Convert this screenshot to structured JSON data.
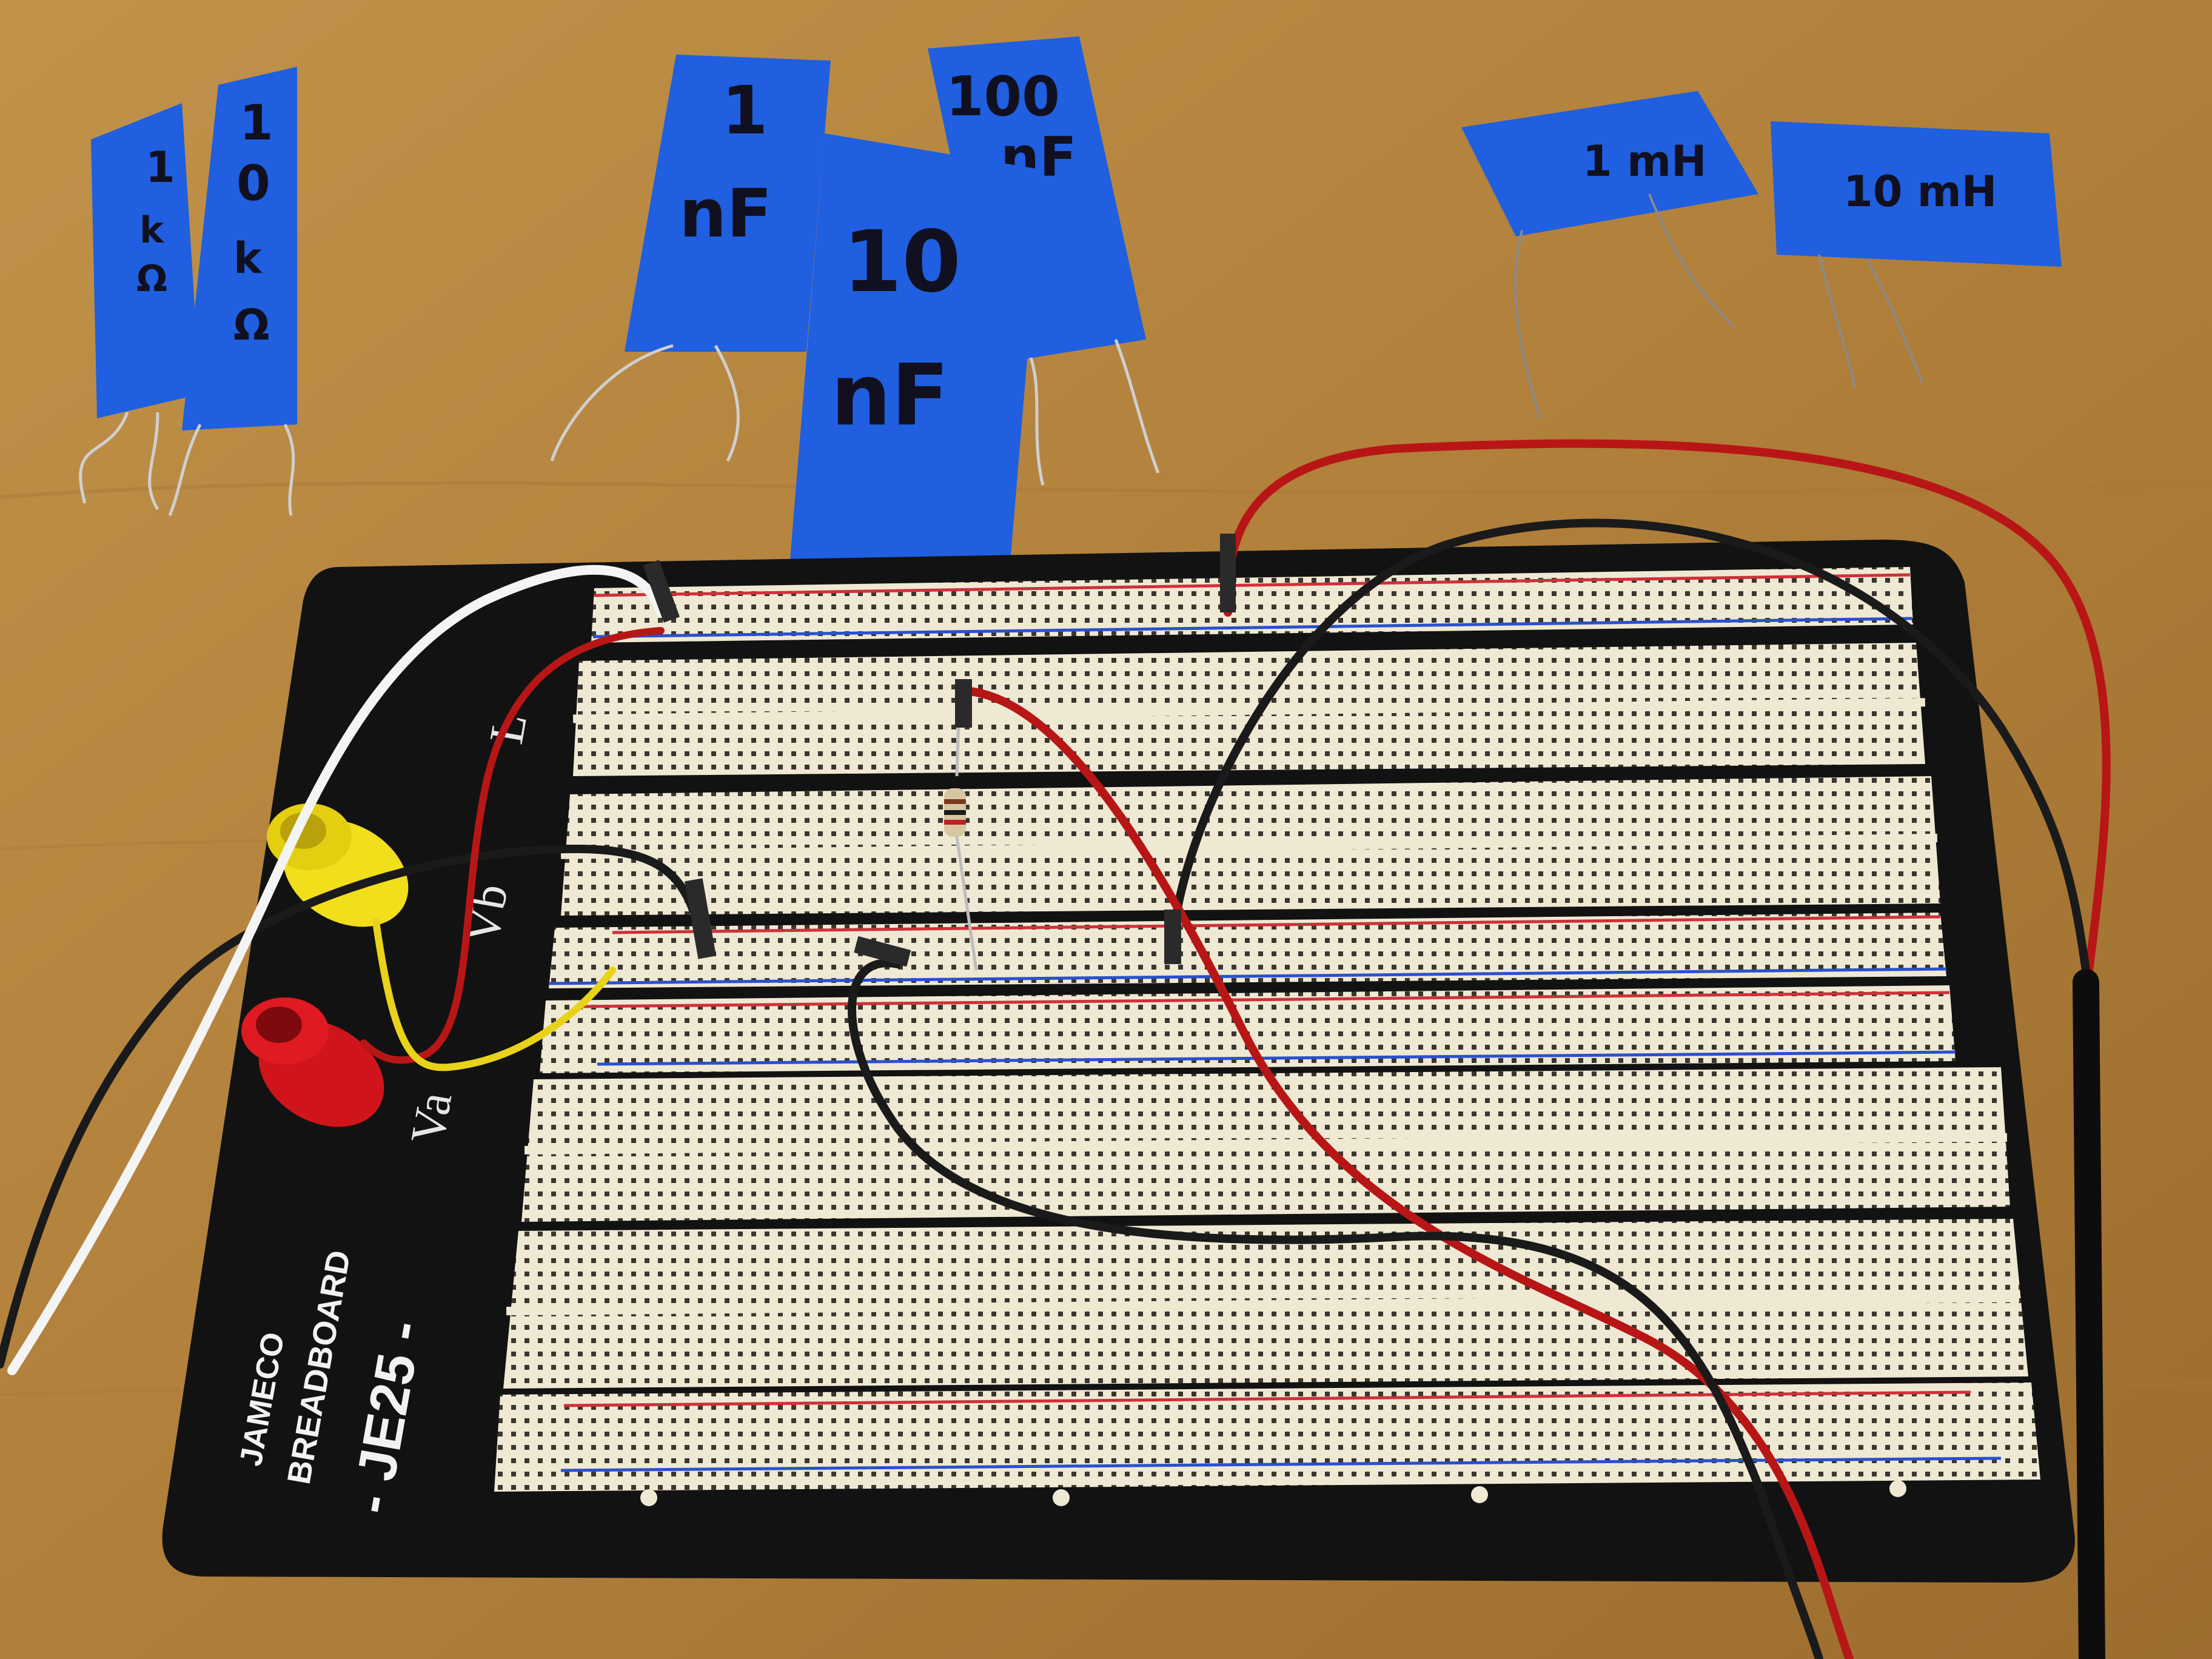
{
  "scene": {
    "description_colors": {
      "table": "#b7893f",
      "tape": "#1f5fe0",
      "board": "#efe9d4",
      "base": "#121212",
      "red_wire": "#c01818",
      "black_wire": "#1a1a1a",
      "white_wire": "#f4f4f4",
      "yellow_wire": "#e8d21a",
      "red_post": "#d0141c",
      "yellow_post": "#f2df1c"
    },
    "tape_labels": [
      {
        "id": "r1",
        "lines": [
          "1",
          "k",
          "Ω"
        ]
      },
      {
        "id": "r2",
        "lines": [
          "1",
          "0",
          "k",
          "Ω"
        ]
      },
      {
        "id": "c1",
        "lines": [
          "1",
          "nF"
        ]
      },
      {
        "id": "c100",
        "lines": [
          "100",
          "nF"
        ]
      },
      {
        "id": "c10",
        "lines": [
          "10",
          "nF"
        ]
      },
      {
        "id": "l1",
        "lines": [
          "1 mH"
        ]
      },
      {
        "id": "l10",
        "lines": [
          "10 mH"
        ]
      }
    ],
    "breadboard": {
      "brand": "JAMECO",
      "subtitle": "BREADBOARD",
      "model": "- JE25 -",
      "rail_labels": [
        "Va",
        "Vb",
        "L"
      ]
    }
  }
}
